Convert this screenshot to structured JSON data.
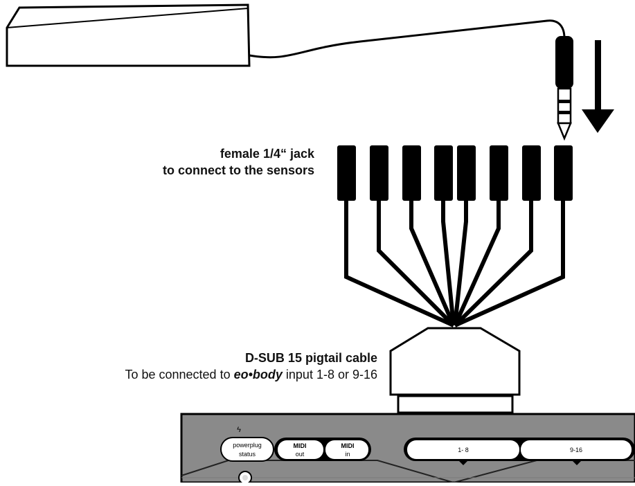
{
  "jack_label": {
    "line1": "female 1/4“ jack",
    "line2": "to connect to the sensors"
  },
  "cable_label": {
    "title": "D-SUB 15 pigtail cable",
    "prefix": "To be connected to ",
    "brand": "eo•body",
    "suffix": " input 1-8 or 9-16"
  },
  "panel": {
    "power_icon": "ϟ",
    "power_label_1": "powerplug",
    "power_label_2": "status",
    "midi_out_1": "MIDI",
    "midi_out_2": "out",
    "midi_in_1": "MIDI",
    "midi_in_2": "in",
    "input_a": "1- 8",
    "input_b": "9-16"
  },
  "colors": {
    "panel": "#8a8a8a",
    "connector_fill": "#ffffff",
    "ink": "#000000"
  },
  "icons": [
    "pedal-sensor",
    "stereo-jack-plug",
    "down-arrow-icon",
    "female-jack-icon",
    "dsub-connector",
    "power-icon",
    "led-icon"
  ]
}
